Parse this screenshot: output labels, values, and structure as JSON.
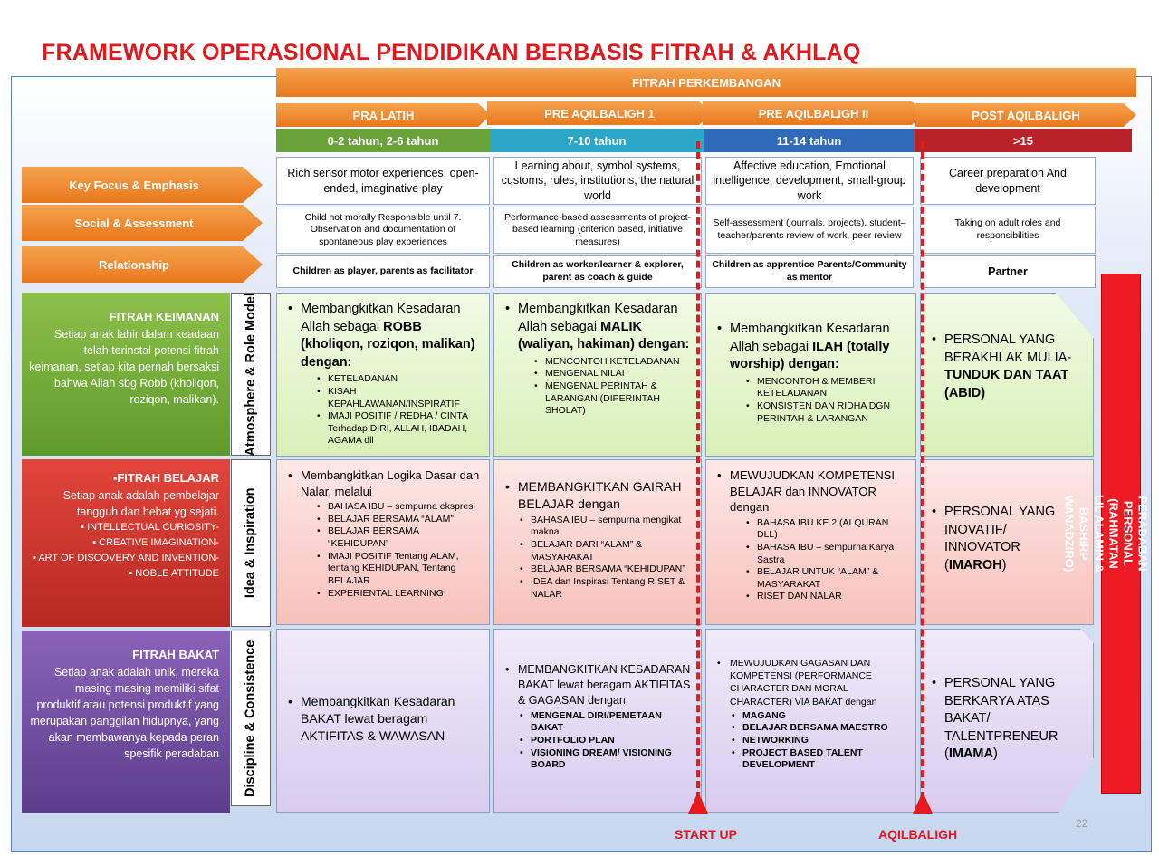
{
  "title": "FRAMEWORK OPERASIONAL PENDIDIKAN BERBASIS FITRAH & AKHLAQ",
  "header": "FITRAH PERKEMBANGAN",
  "stages": [
    {
      "name": "PRA LATIH",
      "age": "0-2 tahun, 2-6 tahun",
      "color": "#6aa23a"
    },
    {
      "name": "PRE AQILBALIGH 1",
      "age": "7-10 tahun",
      "color": "#2aa6c6"
    },
    {
      "name": "PRE AQILBALIGH II",
      "age": "11-14 tahun",
      "color": "#2f6bb8"
    },
    {
      "name": "POST AQILBALIGH",
      "age": ">15",
      "color": "#b82228"
    }
  ],
  "rows": [
    {
      "label": "Key Focus & Emphasis",
      "cells": [
        "Rich sensor motor experiences, open-ended, imaginative play",
        "Learning about, symbol systems, customs, rules, institutions, the natural world",
        "Affective education, Emotional intelligence, development, small-group work",
        "Career preparation And development"
      ]
    },
    {
      "label": "Social & Assessment",
      "cells": [
        "Child not morally Responsible until 7. Observation and documentation of spontaneous play experiences",
        "Performance-based assessments of project-based learning (criterion based, initiative measures)",
        "Self-assessment (journals, projects), student–teacher/parents review of work, peer review",
        "Taking on adult roles and responsibilities"
      ]
    },
    {
      "label": "Relationship",
      "cells": [
        "Children as player, parents as facilitator",
        "Children as worker/learner & explorer, parent as coach & guide",
        "Children as apprentice Parents/Community as mentor",
        "Partner"
      ]
    }
  ],
  "fitrah": [
    {
      "title": "FITRAH KEIMANAN",
      "desc": "Setiap anak lahir dalam keadaan telah terinstal potensi fitrah keimanan, setiap kita pernah bersaksi bahwa Allah sbg Robb (kholiqon, roziqon, malikan).",
      "side": "Atmosphere & Role Model",
      "c1": {
        "pre": "Membangkitkan Kesadaran Allah sebagai ",
        "bold": "ROBB (kholiqon, roziqon, malikan) dengan:",
        "subs": [
          "KETELADANAN",
          "KISAH KEPAHLAWANAN/INSPIRATIF",
          "IMAJI POSITIF / REDHA / CINTA Terhadap DIRI, ALLAH, IBADAH, AGAMA dll"
        ]
      },
      "c2": {
        "pre": "Membangkitkan Kesadaran Allah sebagai ",
        "bold": "MALIK (waliyan, hakiman) dengan:",
        "subs": [
          "MENCONTOH KETELADANAN",
          "MENGENAL NILAI",
          "MENGENAL PERINTAH & LARANGAN (DIPERINTAH SHOLAT)"
        ]
      },
      "c3": {
        "pre": "Membangkitkan Kesadaran Allah sebagai ",
        "bold": "ILAH (totally worship) dengan:",
        "subs": [
          "MENCONTOH & MEMBERI KETELADANAN",
          "KONSISTEN DAN RIDHA DGN PERINTAH & LARANGAN"
        ]
      },
      "c4": {
        "pre": "PERSONAL YANG BERAKHLAK MULIA- ",
        "bold": "TUNDUK DAN TAAT (ABID)"
      }
    },
    {
      "title": "▪FITRAH BELAJAR",
      "desc": "Setiap anak adalah pembelajar tangguh dan hebat yg sejati.",
      "bullets": [
        "INTELLECTUAL CURIOSITY-",
        "CREATIVE IMAGINATION-",
        "ART OF DISCOVERY AND INVENTION-",
        "NOBLE ATTITUDE"
      ],
      "side": "Idea & Inspiration",
      "c1": {
        "pre": "Membangkitkan Logika Dasar dan Nalar, melalui",
        "subs": [
          "BAHASA IBU – sempurna ekspresi",
          "BELAJAR BERSAMA “ALAM”",
          "BELAJAR BERSAMA “KEHIDUPAN”",
          "IMAJI POSITIF Tentang ALAM, tentang KEHIDUPAN, Tentang BELAJAR",
          "EXPERIENTAL LEARNING"
        ]
      },
      "c2": {
        "pre": "MEMBANGKITKAN GAIRAH BELAJAR dengan",
        "subs": [
          "BAHASA IBU – sempurna mengikat makna",
          "BELAJAR DARI “ALAM” & MASYARAKAT",
          "BELAJAR BERSAMA “KEHIDUPAN”",
          "IDEA dan Inspirasi Tentang RISET & NALAR"
        ]
      },
      "c3": {
        "pre": "MEWUJUDKAN KOMPETENSI BELAJAR dan INNOVATOR dengan",
        "subs": [
          "BAHASA IBU KE 2 (ALQURAN DLL)",
          "BAHASA IBU – sempurna Karya Sastra",
          "BELAJAR UNTUK “ALAM” & MASYARAKAT",
          "RISET DAN NALAR"
        ]
      },
      "c4": {
        "pre": "PERSONAL YANG INOVATIF/ INNOVATOR (",
        "bold": "IMAROH",
        "post": ")"
      }
    },
    {
      "title": "FITRAH BAKAT",
      "desc": "Setiap anak adalah unik, mereka masing masing memiliki sifat produktif atau potensi produktif yang merupakan panggilan hidupnya, yang akan membawanya kepada peran spesifik peradaban",
      "side": "Discipline & Consistence",
      "c1": {
        "pre": "Membangkitkan Kesadaran BAKAT lewat beragam AKTIFITAS & WAWASAN"
      },
      "c2": {
        "pre": "MEMBANGKITKAN KESADARAN BAKAT lewat beragam AKTIFITAS & GAGASAN dengan",
        "subs": [
          "MENGENAL DIRI/PEMETAAN BAKAT",
          "PORTFOLIO PLAN",
          "VISIONING DREAM/ VISIONING BOARD"
        ]
      },
      "c3": {
        "text": "MEWUJUDKAN GAGASAN DAN KOMPETENSI (PERFORMANCE CHARACTER DAN MORAL CHARACTER) VIA BAKAT dengan",
        "subs": [
          "MAGANG",
          "BELAJAR BERSAMA MAESTRO",
          "NETWORKING",
          "PROJECT BASED TALENT DEVELOPMENT"
        ]
      },
      "c4": {
        "pre": "PERSONAL YANG BERKARYA ATAS BAKAT/ TALENTPRENEUR (",
        "bold": "IMAMA",
        "post": ")"
      }
    }
  ],
  "side_banner": "MEWUJUDKAN PERAN PERADABAN PERSONAL (RAHMATAN LIL ALAMIN & BASHIRP WANADZIRO)",
  "start_up": "START UP",
  "aqilbaligh": "AQILBALIGH",
  "page_number": "22"
}
